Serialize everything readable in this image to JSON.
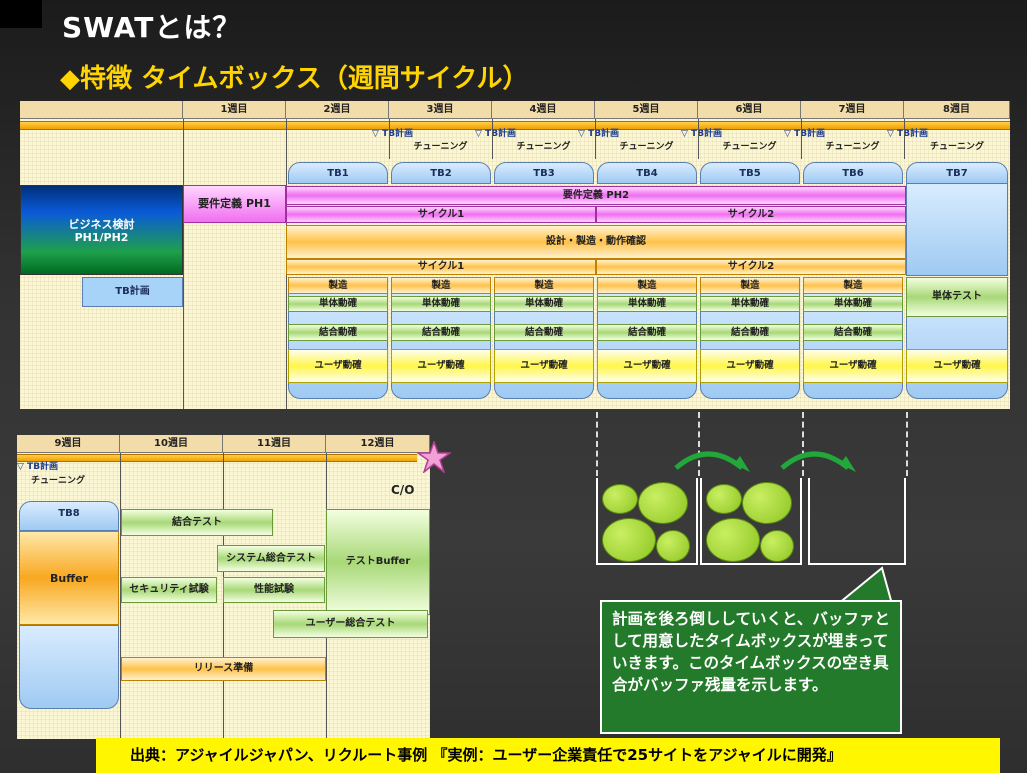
{
  "slide": {
    "title": "SWATとは？",
    "subtitle": "◆特徴 タイムボックス（週間サイクル）",
    "source": "出典：アジャイルジャパン、リクルート事例 『実例：ユーザー企業責任で25サイトをアジャイルに開発』"
  },
  "top_chart": {
    "weeks": [
      "1週目",
      "2週目",
      "3週目",
      "4週目",
      "5週目",
      "6週目",
      "7週目",
      "8週目"
    ],
    "tb_plan_label": "▽ TB計画",
    "tuning_label": "チューニング",
    "timeboxes": [
      "TB1",
      "TB2",
      "TB3",
      "TB4",
      "TB5",
      "TB6",
      "TB7"
    ],
    "business": "ビジネス検討\nPH1/PH2",
    "req_ph1": "要件定義 PH1",
    "tb_keikaku": "TB計画",
    "req_ph2": "要件定義 PH2",
    "cycle1": "サイクル1",
    "cycle2": "サイクル2",
    "design": "設計・製造・動作確認",
    "seizou": "製造",
    "tantai": "単体動確",
    "ketsugou": "結合動確",
    "user_check": "ユーザ動確",
    "unit_test": "単体テスト"
  },
  "bottom_chart": {
    "weeks": [
      "9週目",
      "10週目",
      "11週目",
      "12週目"
    ],
    "tb_plan_label": "▽ TB計画",
    "tuning_label": "チューニング",
    "co": "C/O",
    "tb8": "TB8",
    "buffer": "Buffer",
    "integration_test": "結合テスト",
    "system_test": "システム総合テスト",
    "test_buffer": "テストBuffer",
    "security_test": "セキュリティ試験",
    "performance_test": "性能試験",
    "user_test": "ユーザー総合テスト",
    "release_prep": "リリース準備"
  },
  "callout": {
    "text": "計画を後ろ倒ししていくと、バッファとして用意したタイムボックスが埋まっていきます。このタイムボックスの空き具合がバッファ残量を示します。"
  },
  "colors": {
    "title": "#ffffff",
    "subtitle": "#ffd400",
    "callout_bg": "#237a2a",
    "source_bg": "#fff600"
  }
}
